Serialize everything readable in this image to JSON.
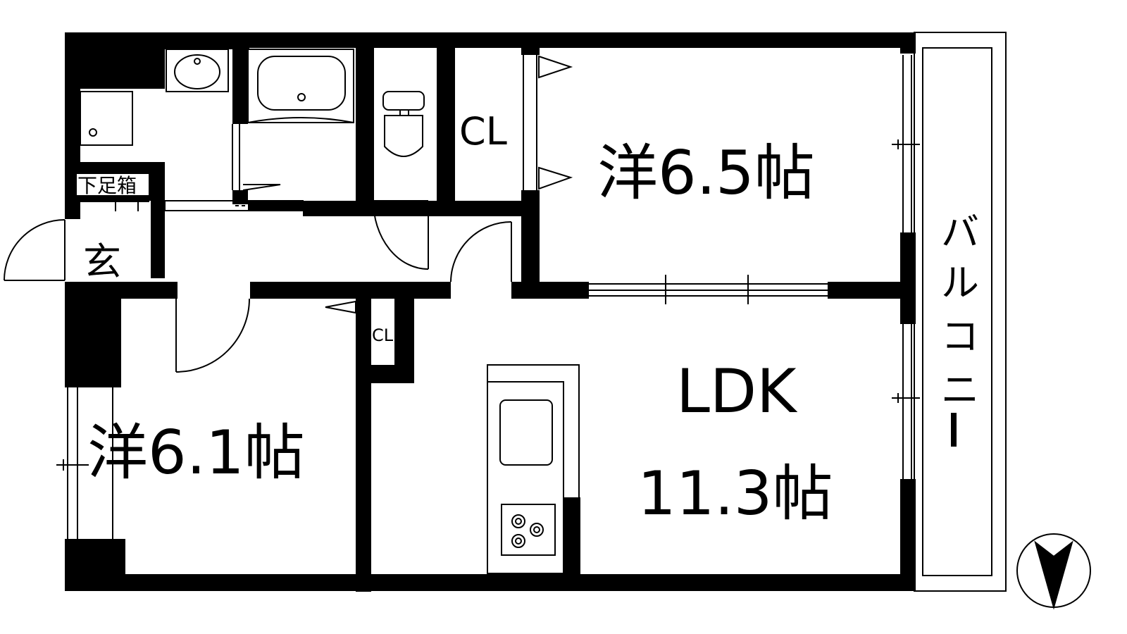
{
  "rooms": {
    "western_a": "洋6.5帖",
    "western_b": "洋6.1帖",
    "ldk_name": "LDK",
    "ldk_size": "11.3帖",
    "closet_top": "CL",
    "closet_small": "CL",
    "entrance": "玄",
    "shoe_box": "下足箱",
    "balcony": [
      "バ",
      "ル",
      "コ",
      "ニ",
      "ー"
    ]
  },
  "icons": {
    "compass": "north-arrow-icon",
    "washbasin": "washbasin-icon",
    "washer": "washing-machine-pan-icon",
    "bathtub": "bathtub-icon",
    "toilet": "toilet-icon",
    "sink": "kitchen-sink-icon",
    "stove": "gas-stove-icon"
  }
}
